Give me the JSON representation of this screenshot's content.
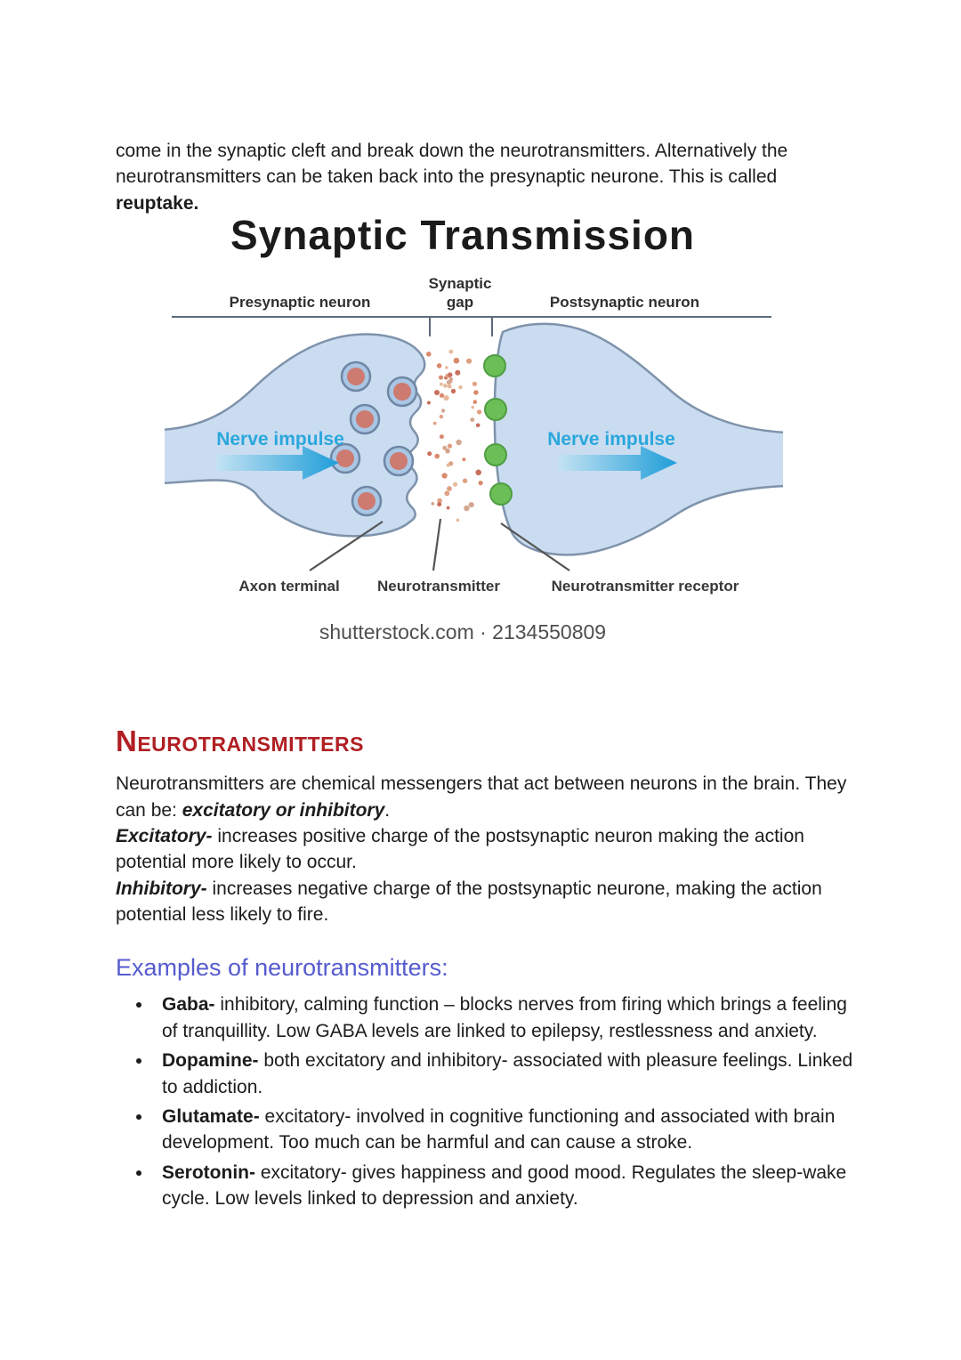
{
  "page": {
    "colors": {
      "section_heading_red": "#b01f23",
      "examples_heading_blue": "#565bce",
      "neuron_fill": "#cadcf0",
      "neuron_stroke": "#7e93ab",
      "vesicle_outer": "#a9c6e4",
      "vesicle_inner": "#cd7a70",
      "receptor_green": "#6cbe57",
      "impulse_cyan": "#2aa7dc"
    },
    "intro": {
      "text": "come in the synaptic cleft and break down the neurotransmitters. Alternatively the neurotransmitters can be taken back into the presynaptic neurone. This is called ",
      "bold": "reuptake."
    },
    "figure": {
      "title": "Synaptic Transmission",
      "label_presynaptic": "Presynaptic neuron",
      "label_synaptic_gap_line1": "Synaptic",
      "label_synaptic_gap_line2": "gap",
      "label_postsynaptic": "Postsynaptic neuron",
      "nerve_impulse_left": "Nerve impulse",
      "nerve_impulse_right": "Nerve impulse",
      "label_axon_terminal": "Axon terminal",
      "label_neurotransmitter": "Neurotransmitter",
      "label_receptor": "Neurotransmitter receptor",
      "watermark": "shutterstock.com · 2134550809"
    },
    "section": {
      "heading": "Neurotransmitters",
      "p1": {
        "a": "Neurotransmitters are chemical messengers that act between neurons in the brain. They can be: ",
        "b": "excitatory or inhibitory",
        "c": "."
      },
      "p2": {
        "lead": "Excitatory-",
        "rest": " increases positive charge of the postsynaptic neuron making the action potential more likely to occur."
      },
      "p3": {
        "lead": "Inhibitory-",
        "rest": " increases negative charge of the postsynaptic neurone, making the action potential less likely to fire."
      }
    },
    "examples": {
      "heading": "Examples of neurotransmitters:",
      "bullets": [
        {
          "lead": "Gaba-",
          "text": " inhibitory, calming function – blocks nerves from firing which brings a feeling of tranquillity. Low GABA levels are linked to epilepsy, restlessness and anxiety."
        },
        {
          "lead": "Dopamine-",
          "text": " both excitatory and inhibitory- associated with pleasure feelings. Linked to addiction."
        },
        {
          "lead": "Glutamate-",
          "text": " excitatory- involved in cognitive functioning and associated with brain development. Too much can be harmful and can cause a stroke."
        },
        {
          "lead": "Serotonin-",
          "text": " excitatory- gives happiness and good mood. Regulates the sleep-wake cycle. Low levels linked to depression and anxiety."
        }
      ]
    }
  }
}
